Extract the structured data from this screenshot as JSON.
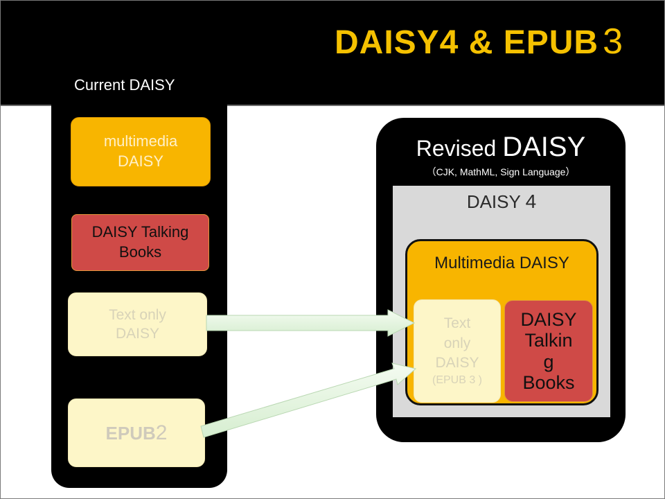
{
  "title": {
    "main": "DAISY4 & EPUB",
    "number": "3"
  },
  "current_daisy": {
    "label": "Current DAISY",
    "multimedia": [
      "multimedia",
      "DAISY"
    ],
    "talking_books": [
      "DAISY Talking",
      "Books"
    ],
    "text_only": [
      "Text only",
      "DAISY"
    ],
    "epub": {
      "name": "EPUB",
      "number": "2"
    }
  },
  "revised_daisy": {
    "label_prefix": "Revised",
    "label_main": "DAISY",
    "subtitle": "（CJK, MathML, Sign Language）",
    "daisy4": {
      "name": "DAISY",
      "number": "4"
    },
    "multimedia": "Multimedia DAISY",
    "text_only": [
      "Text",
      "only",
      "DAISY",
      "(EPUB 3 )"
    ],
    "talking_books": [
      "DAISY",
      "Talkin",
      "g",
      "Books"
    ]
  },
  "colors": {
    "title": "#f5c100",
    "multimedia": "#f8b500",
    "talking_books": "#cf4a47",
    "text_only": "#fdf6c8",
    "arrow_fill": "#e6f6e2"
  }
}
